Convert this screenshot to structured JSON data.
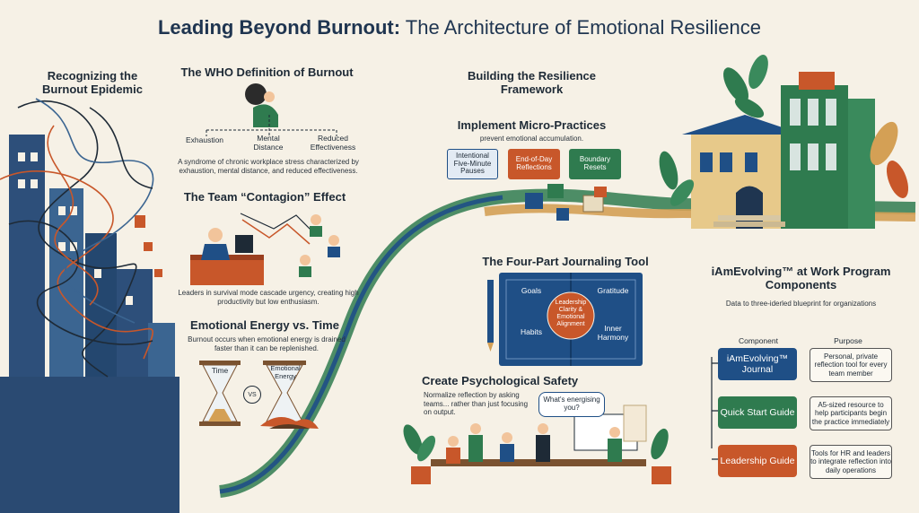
{
  "title": {
    "bold": "Leading Beyond Burnout:",
    "rest": " The Architecture of Emotional Resilience"
  },
  "burnout_epidemic": {
    "heading": "Recognizing the Burnout Epidemic"
  },
  "who": {
    "heading": "The WHO Definition of Burnout",
    "dims": [
      "Exhaustion",
      "Mental Distance",
      "Reduced Effectiveness"
    ],
    "desc": "A syndrome of chronic workplace stress characterized by exhaustion, mental distance, and reduced effectiveness."
  },
  "contagion": {
    "heading": "The Team “Contagion” Effect",
    "desc": "Leaders in survival mode cascade urgency, creating high productivity but low enthusiasm."
  },
  "energy": {
    "heading": "Emotional Energy vs. Time",
    "desc": "Burnout occurs when emotional energy is drained faster than it can be replenished.",
    "left_label": "Time",
    "vs": "VS",
    "right_label": "Emotional Energy"
  },
  "framework": {
    "heading": "Building the Resilience Framework"
  },
  "micro": {
    "heading": "Implement Micro-Practices",
    "sub": "prevent emotional accumulation.",
    "practices": [
      "Intentional Five-Minute Pauses",
      "End-of-Day Reflections",
      "Boundary Resets"
    ]
  },
  "journal": {
    "heading": "The Four-Part Journaling Tool",
    "quadrants": [
      "Goals",
      "Gratitude",
      "Habits",
      "Inner Harmony"
    ],
    "center": "Leadership Clarity & Emotional Alignment"
  },
  "safety": {
    "heading": "Create Psychological Safety",
    "desc": "Normalize reflection by asking teams... rather than just focusing on output.",
    "bubble": "What's energising you?"
  },
  "program": {
    "heading": "iAmEvolving™ at Work Program Components",
    "sub": "Data to three-iderled blueprint for organizations",
    "col_component": "Component",
    "col_purpose": "Purpose",
    "rows": [
      {
        "component": "iAmEvolving™ Journal",
        "purpose": "Personal, private reflection tool for every team member",
        "color": "#1f4f86"
      },
      {
        "component": "Quick Start Guide",
        "purpose": "A5-sized resource to help participants begin the practice immediately",
        "color": "#2f7b4f"
      },
      {
        "component": "Leadership Guide",
        "purpose": "Tools for HR and leaders to integrate reflection into daily operations",
        "color": "#c8572a"
      }
    ]
  },
  "colors": {
    "navy": "#1f4f86",
    "green": "#2f7b4f",
    "orange": "#c8572a",
    "cream": "#f6f1e6"
  }
}
